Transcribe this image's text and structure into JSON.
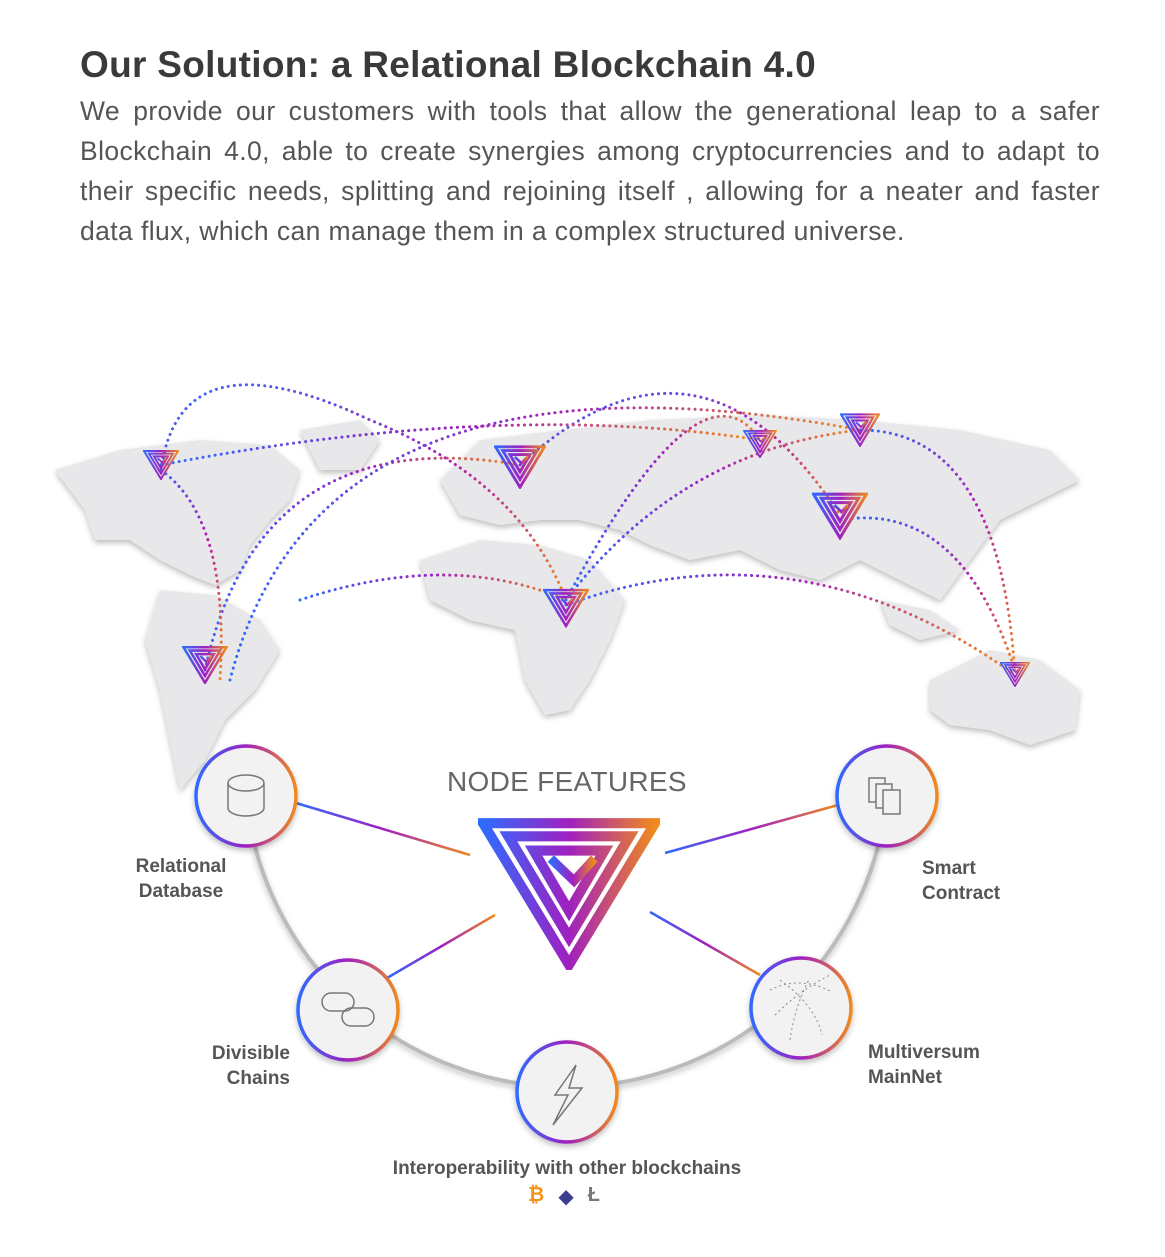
{
  "header": {
    "title": "Our Solution: a Relational Blockchain 4.0",
    "intro": "We provide our customers with tools that allow the generational leap to a safer Blockchain 4.0, able to create synergies among cryptocurrencies and to adapt to their specific needs, splitting and rejoining itself , allowing for a neater and faster data flux, which can manage them in a complex structured universe."
  },
  "diagram": {
    "heading": "NODE FEATURES",
    "features": {
      "relational_database": [
        "Relational",
        "Database"
      ],
      "smart_contract": [
        "Smart",
        "Contract"
      ],
      "divisible_chains": [
        "Divisible",
        "Chains"
      ],
      "multiversum_mainnet": [
        "Multiversum",
        "MainNet"
      ],
      "interoperability": "Interoperability with other blockchains"
    },
    "coins": {
      "bitcoin": "₿",
      "ethereum": "◆",
      "litecoin": "Ł"
    },
    "colors": {
      "blue": "#2f6bff",
      "purple": "#a020c0",
      "orange": "#f08a1c",
      "text": "#555555"
    }
  }
}
